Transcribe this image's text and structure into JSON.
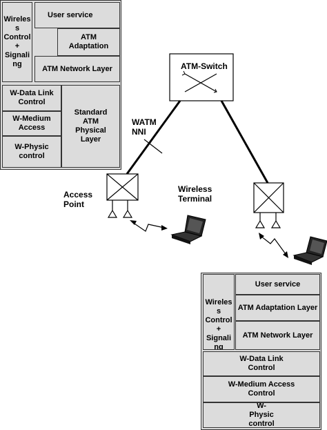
{
  "stack_top_left": {
    "wireless_control": "Wireles s Control + Signali ng",
    "user_service": "User service",
    "atm_adaptation": "ATM Adaptation",
    "atm_network_layer": "ATM Network Layer",
    "w_data_link": "W-Data Link Control",
    "w_medium_access": "W-Medium Access",
    "w_physic": "W-Physic control",
    "standard_atm_physical": "Standard ATM Physical Layer"
  },
  "stack_bottom_right": {
    "wireless_control": "Wireles s Control + Signali ng",
    "user_service": "User service",
    "atm_adaptation": "ATM Adaptation Layer",
    "atm_network_layer": "ATM Network Layer",
    "w_data_link": "W-Data Link Control",
    "w_medium_access": "W-Medium Access Control",
    "w_physic": "W-Physic control"
  },
  "network": {
    "atm_switch": "ATM-Switch",
    "watm_nni": "WATM NNI",
    "access_point": "Access Point",
    "wireless_terminal": "Wireless Terminal"
  }
}
